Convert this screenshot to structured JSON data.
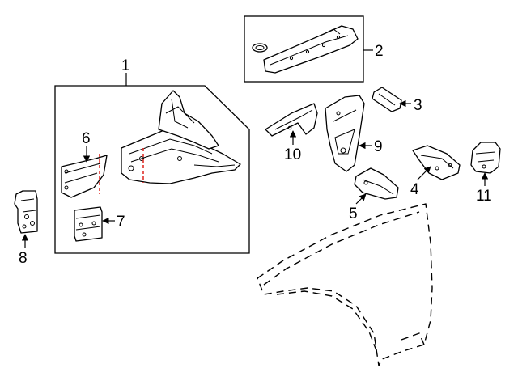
{
  "callouts": {
    "c1": "1",
    "c2": "2",
    "c3": "3",
    "c4": "4",
    "c5": "5",
    "c6": "6",
    "c7": "7",
    "c8": "8",
    "c9": "9",
    "c10": "10",
    "c11": "11"
  },
  "colors": {
    "line": "#000000",
    "cut_line": "#e0312b",
    "background": "#ffffff"
  }
}
